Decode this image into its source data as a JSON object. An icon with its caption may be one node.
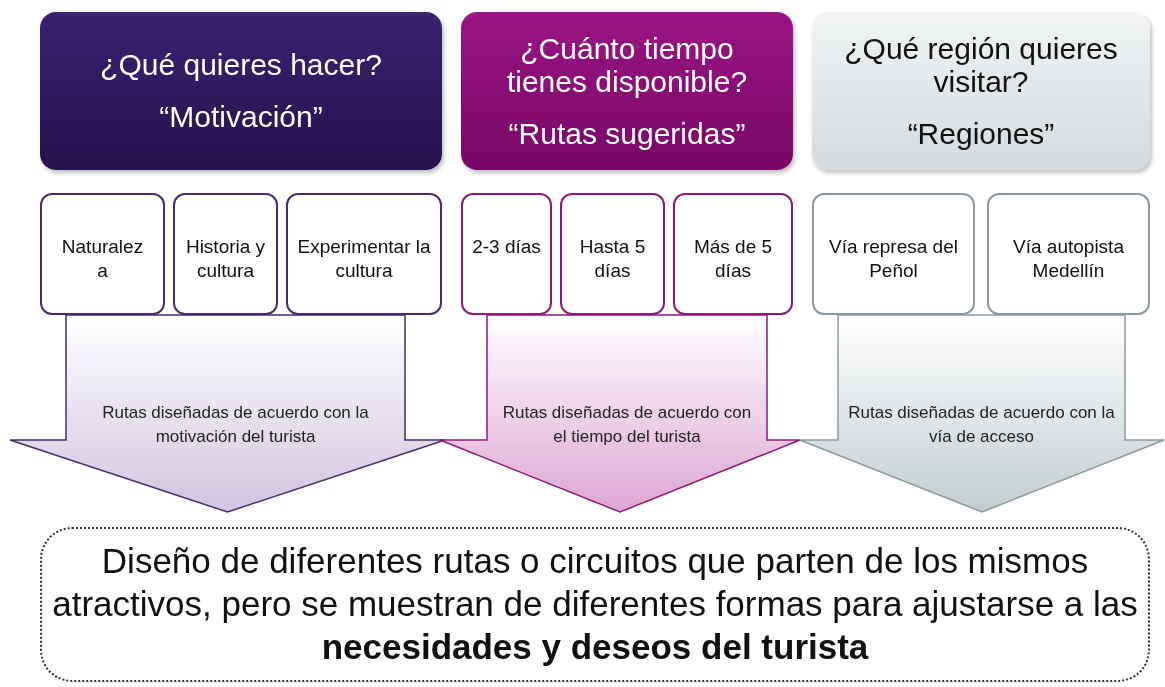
{
  "diagram": {
    "nodes": [
      {
        "text": [
          "¿Qué quieres hacer?",
          "“Motivación”"
        ]
      },
      {
        "text": [
          "Naturaleza"
        ]
      },
      {
        "text": [
          "Historia y cultura"
        ]
      },
      {
        "text": [
          "Experimentar la cultura"
        ]
      },
      {
        "text": [
          "Rutas diseñadas de acuerdo con la motivación del turista"
        ]
      },
      {
        "text": [
          "¿Cuánto tiempo tienes disponible?",
          "“Rutas sugeridas”"
        ]
      },
      {
        "text": [
          "2-3 días"
        ]
      },
      {
        "text": [
          "Hasta 5 días"
        ]
      },
      {
        "text": [
          "Más de 5 días"
        ]
      },
      {
        "text": [
          "Rutas diseñadas de acuerdo con el tiempo del turista"
        ]
      },
      {
        "text": [
          "¿Qué región quieres visitar?",
          "“Regiones”"
        ]
      },
      {
        "text": [
          "Vía represa del Peñol"
        ]
      },
      {
        "text": [
          "Vía autopista Medellín"
        ]
      },
      {
        "text": [
          "Rutas diseñadas de acuerdo con la vía de acceso"
        ]
      },
      {
        "text": [
          "Diseño de diferentes rutas o circuitos que parten de los mismos atractivos, pero se muestran de diferentes formas para ajustarse a las **necesidades y deseos del turista**"
        ]
      }
    ]
  }
}
